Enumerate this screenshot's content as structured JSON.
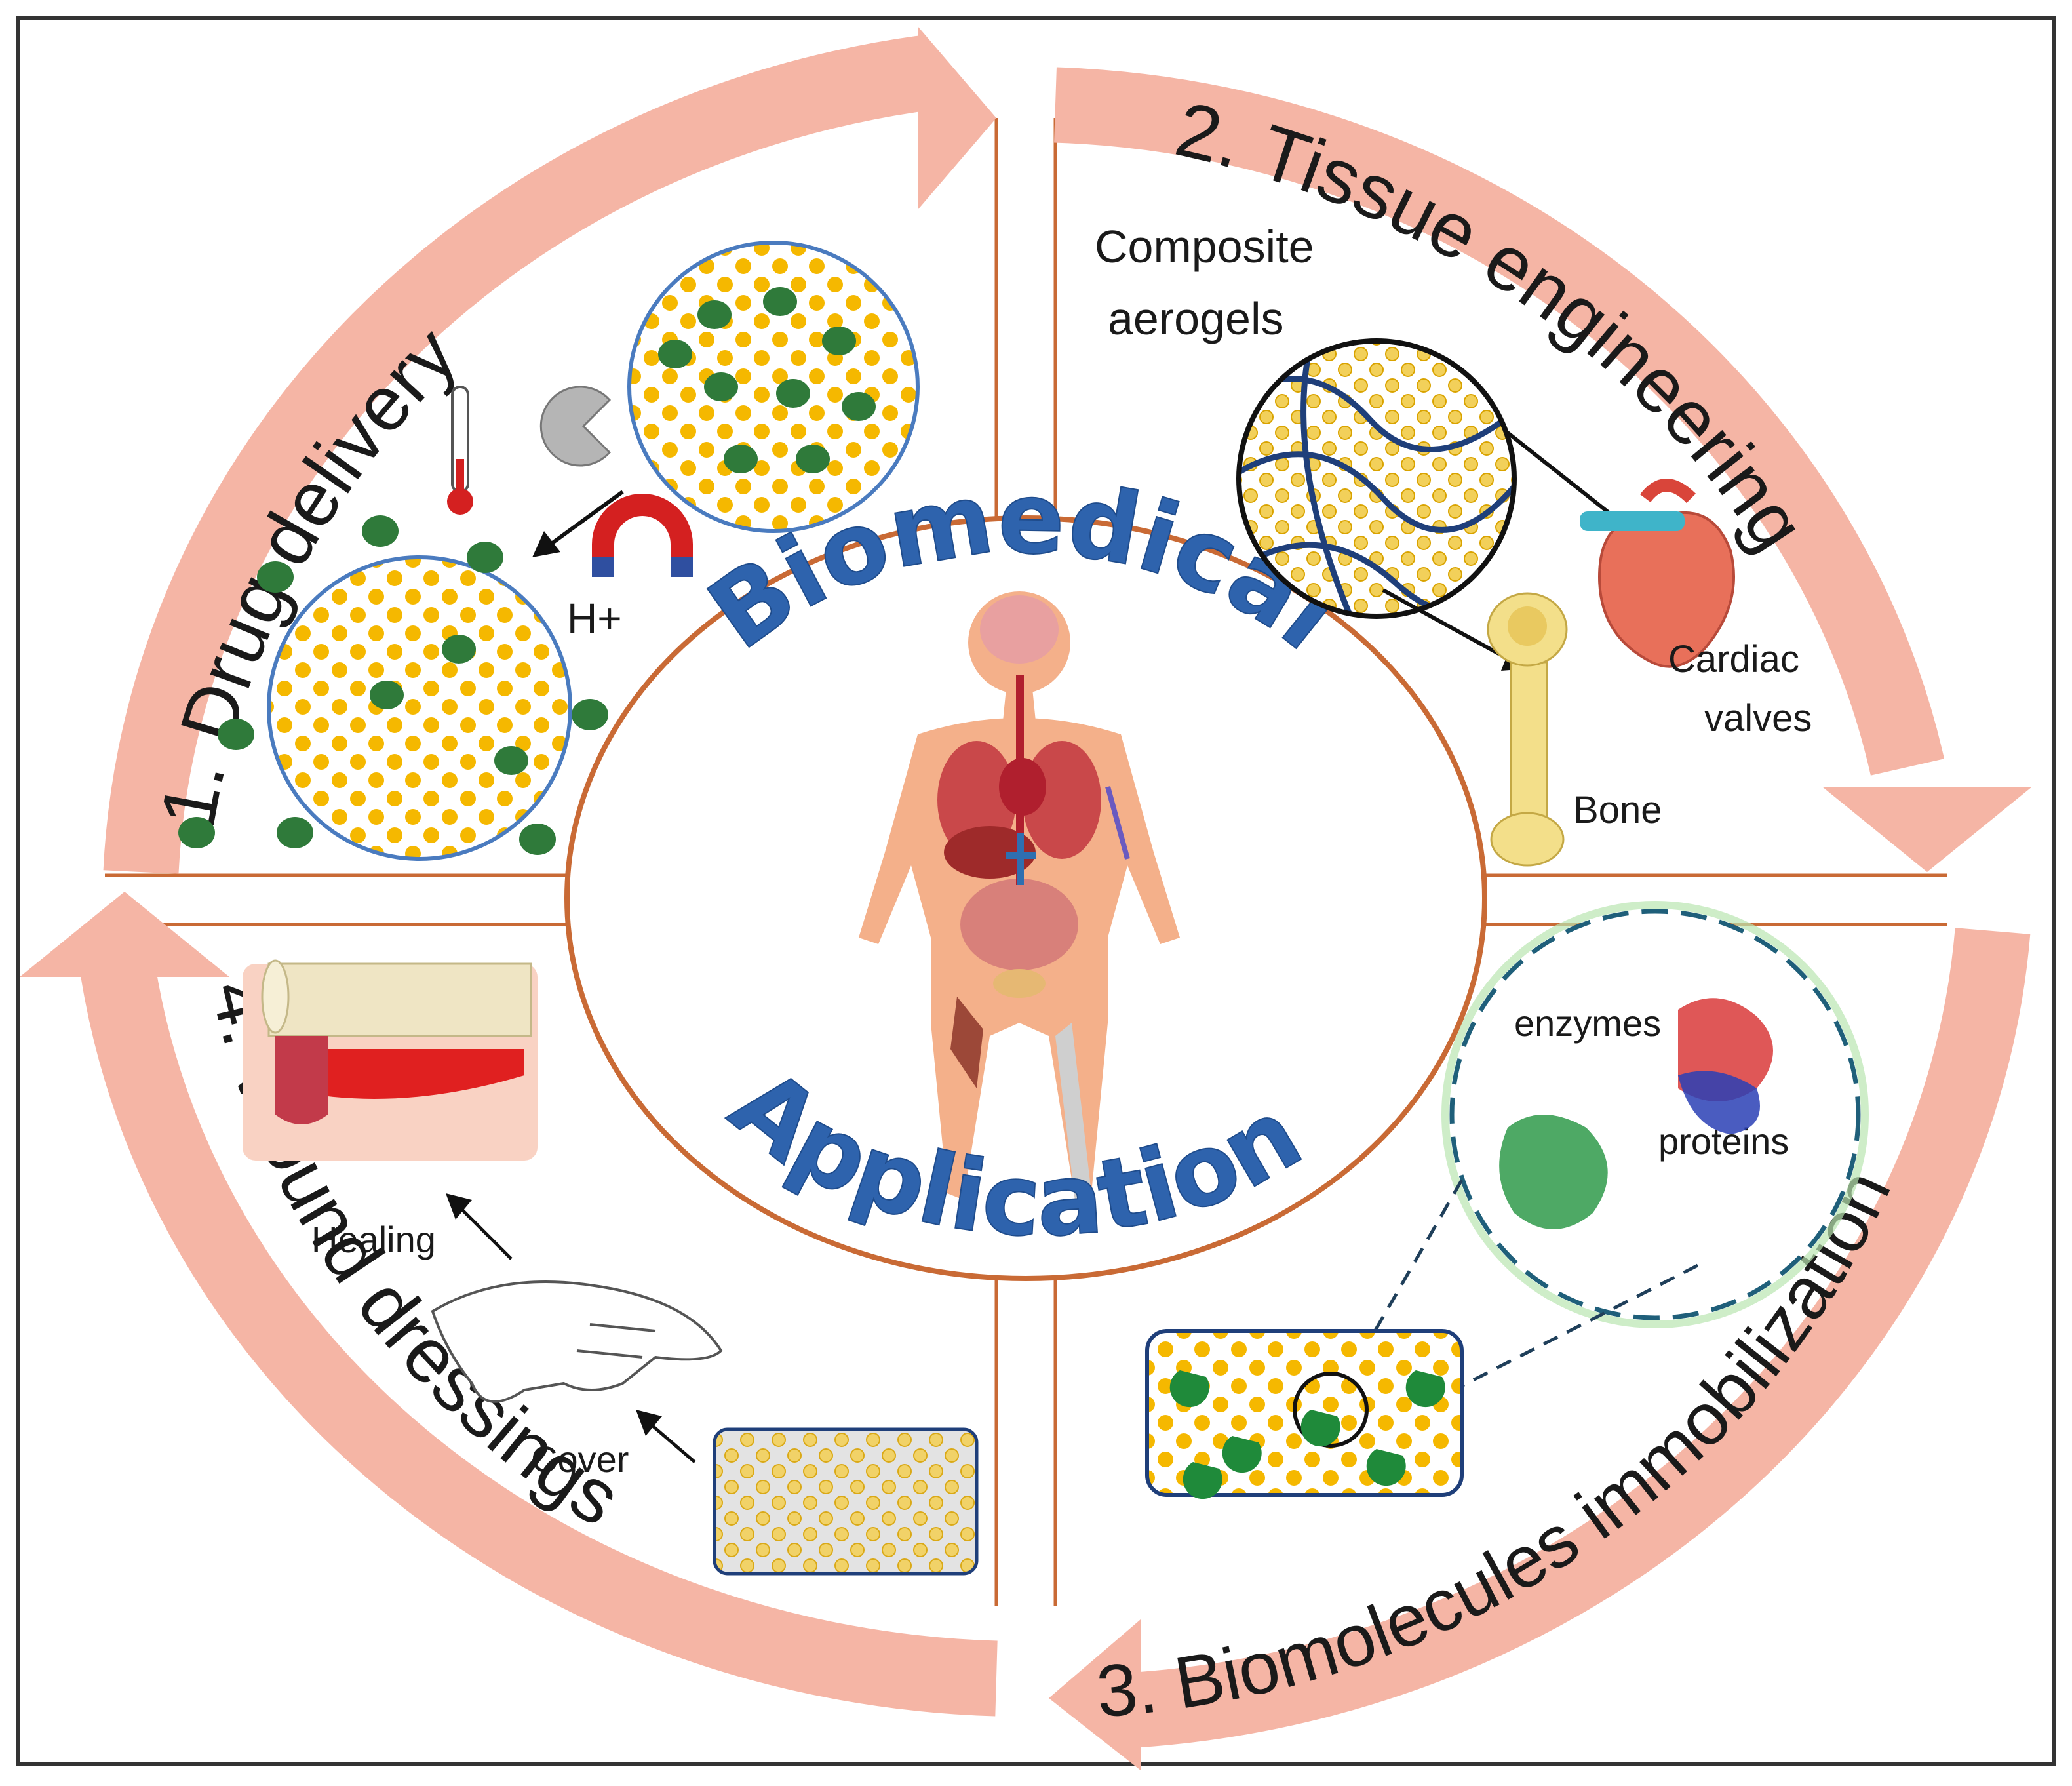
{
  "diagram": {
    "center": {
      "title_top": "Biomedical",
      "title_bottom": "Applications"
    },
    "quadrants": {
      "drug_delivery": {
        "title": "1. Drug delivery",
        "ion_label": "H+"
      },
      "tissue_engineering": {
        "title": "2. Tissue engineering",
        "composite_line1": "Composite",
        "composite_line2": "aerogels",
        "cardiac_line1": "Cardiac",
        "cardiac_line2": "valves",
        "bone": "Bone"
      },
      "biomolecules": {
        "title": "3. Biomolecules immobilization",
        "enzymes": "enzymes",
        "proteins": "proteins"
      },
      "wound_dressings": {
        "title": "4. Wound dressings",
        "healing": "Healing",
        "cover": "Cover"
      }
    },
    "colors": {
      "arrow": "#f5b5a5",
      "divider": "#c96a35",
      "center_title": "#2e63ad",
      "aerogel_bead": "#f5b800",
      "drug_particle": "#2f7a3a",
      "circle_outline": "#4a7bbf"
    }
  }
}
